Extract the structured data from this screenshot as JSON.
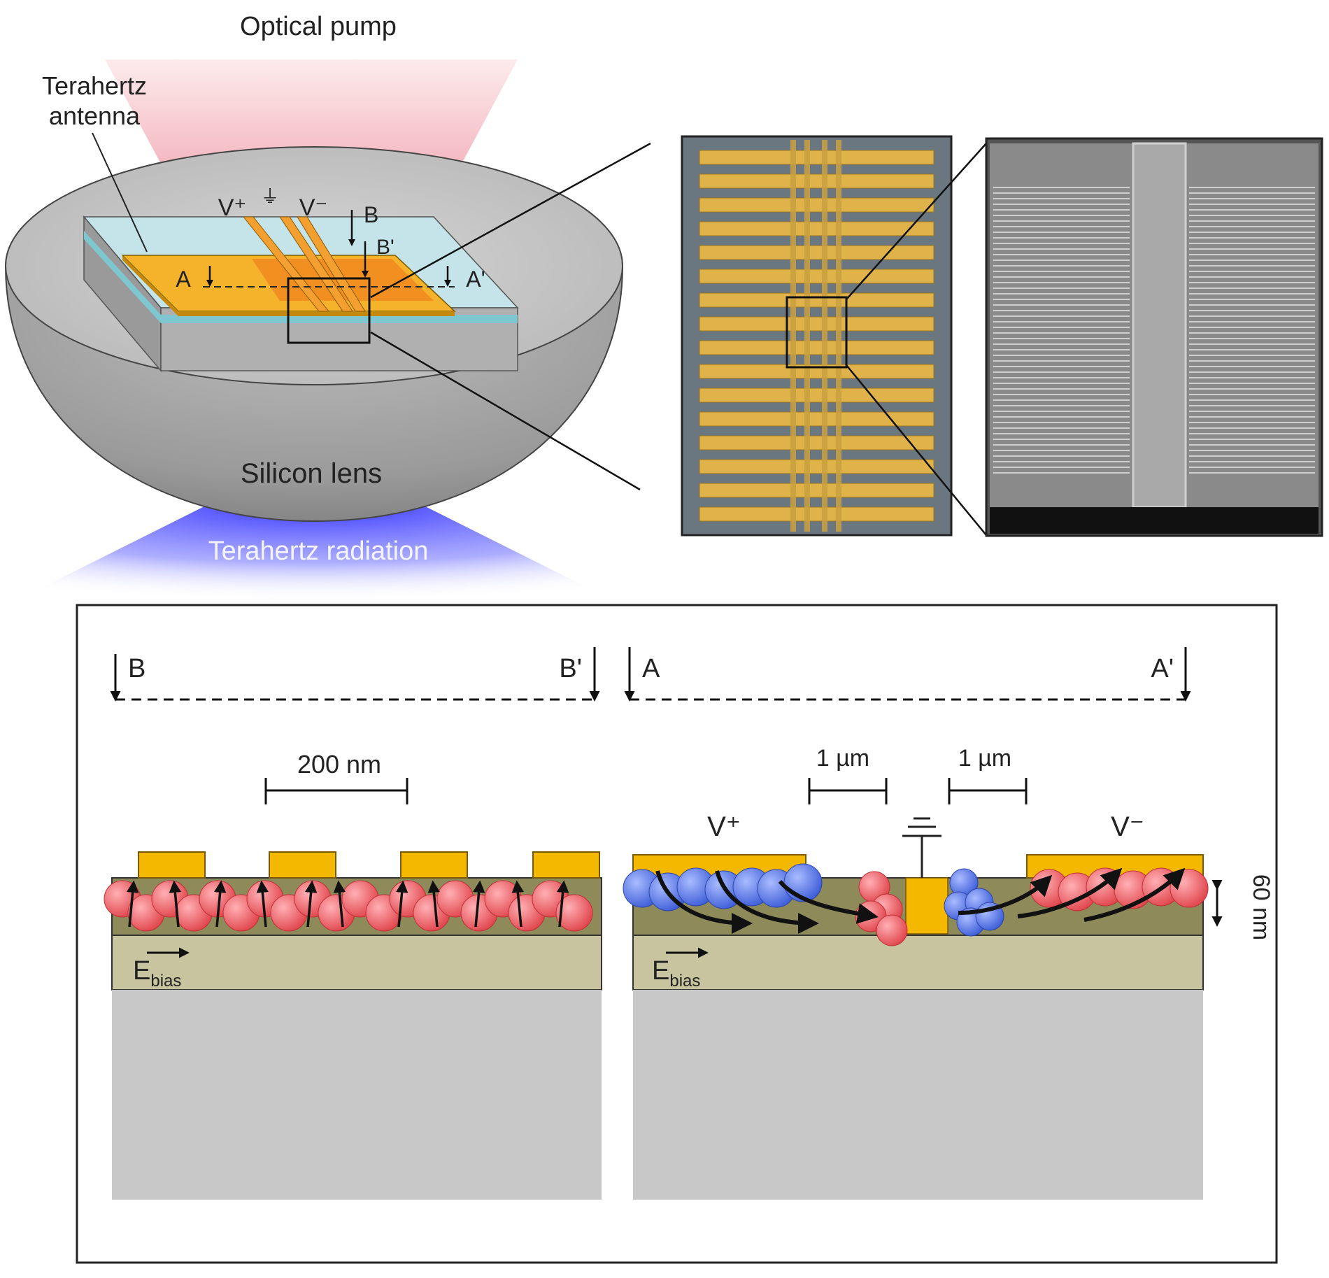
{
  "top_diagram": {
    "optical_pump": "Optical pump",
    "antenna_line1": "Terahertz",
    "antenna_line2": "antenna",
    "v_plus": "V⁺",
    "v_minus": "V⁻",
    "b": "B",
    "b_prime": "B'",
    "a": "A",
    "a_prime": "A'",
    "silicon_lens": "Silicon lens",
    "terahertz_radiation": "Terahertz radiation"
  },
  "cross_section": {
    "left": {
      "b": "B",
      "b_prime": "B'",
      "scale": "200 nm",
      "ebias": "E",
      "ebias_sub": "bias"
    },
    "right": {
      "a": "A",
      "a_prime": "A'",
      "scale1": "1 µm",
      "scale2": "1 µm",
      "v_plus": "V⁺",
      "v_minus": "V⁻",
      "thickness": "60 nm",
      "ebias": "E",
      "ebias_sub": "bias"
    }
  },
  "colors": {
    "gold": "#f5b800",
    "gold_edge": "#7a5a00",
    "active_layer": "#8e8a5a",
    "buffer_layer": "#c8c4a0",
    "substrate": "#c8c8c8",
    "electron": "#4f6fe0",
    "hole": "#e85a60",
    "sem_background": "#5f6b73"
  }
}
